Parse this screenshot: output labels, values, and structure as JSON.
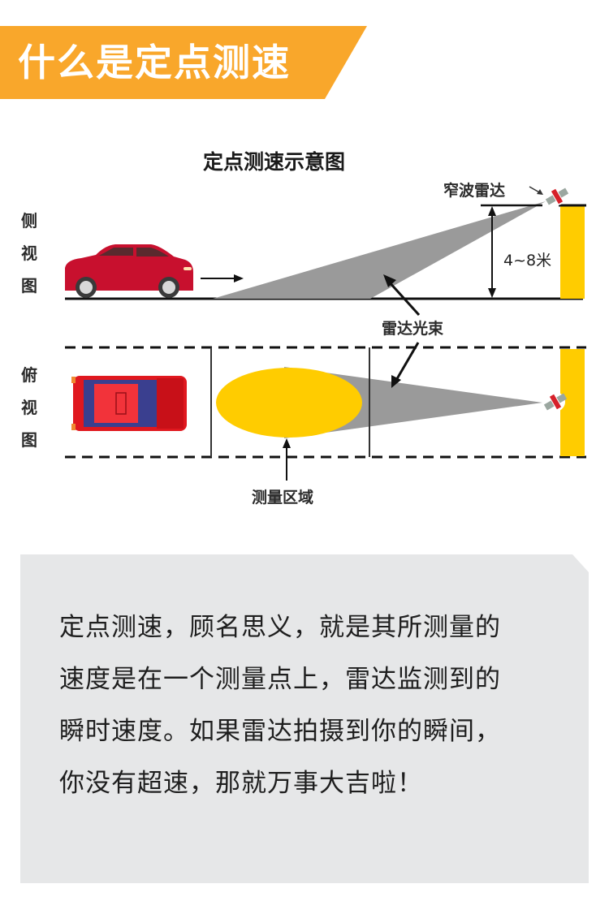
{
  "header": {
    "title": "什么是定点测速",
    "banner_color": "#F9A72B"
  },
  "diagram": {
    "title": "定点测速示意图",
    "side_view_label": [
      "侧",
      "视",
      "图"
    ],
    "top_view_label": [
      "俯",
      "视",
      "图"
    ],
    "radar_label": "窄波雷达",
    "height_label": "4~8米",
    "beam_label": "雷达光束",
    "zone_label": "测量区域",
    "colors": {
      "car": "#C8102E",
      "car_top_body": "#E0181F",
      "car_top_glass": "#3A3F8F",
      "pole": "#FFCC00",
      "zone": "#FFCC00",
      "beam": "#9A9A9A"
    }
  },
  "description": {
    "lines": [
      "定点测速，顾名思义，就是其所测量的",
      "速度是在一个测量点上，雷达监测到的",
      "瞬时速度。如果雷达拍摄到你的瞬间，",
      "你没有超速，那就万事大吉啦！"
    ],
    "background": "#E6E7E8"
  }
}
